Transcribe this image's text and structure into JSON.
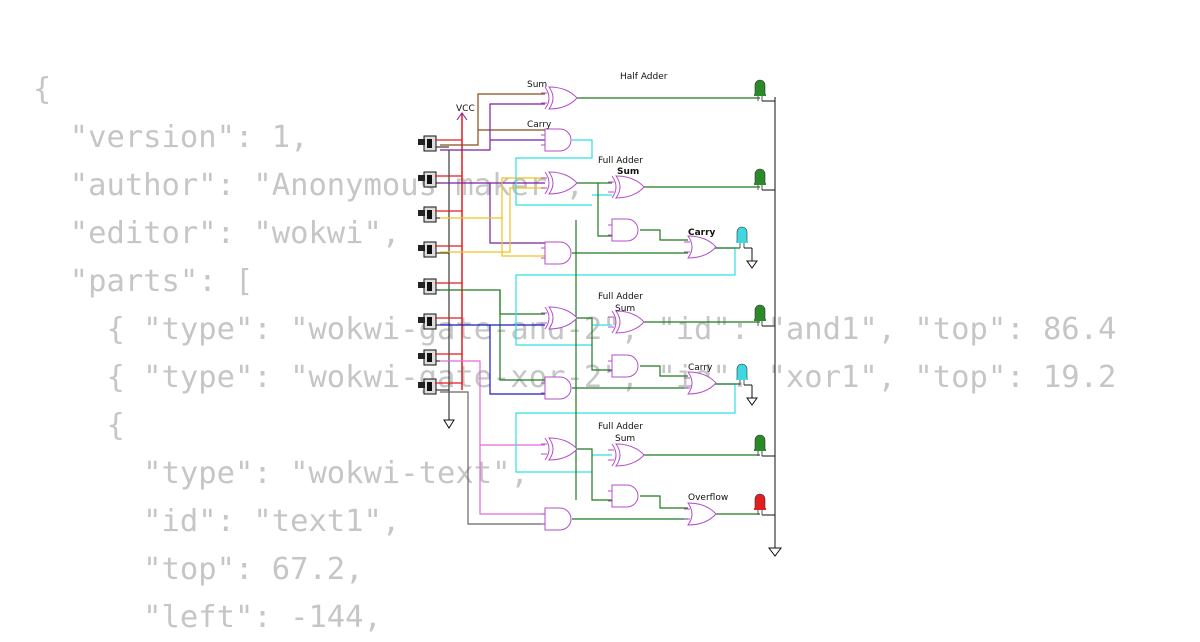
{
  "background_code": [
    "{",
    "  \"version\": 1,",
    "  \"author\": \"Anonymous maker\",",
    "  \"editor\": \"wokwi\",",
    "  \"parts\": [",
    "    { \"type\": \"wokwi-gate-and-2\", \"id\": \"and1\", \"top\": 86.4",
    "    { \"type\": \"wokwi-gate-xor-2\", \"id\": \"xor1\", \"top\": 19.2",
    "    {",
    "      \"type\": \"wokwi-text\",",
    "      \"id\": \"text1\",",
    "      \"top\": 67.2,",
    "      \"left\": -144,"
  ],
  "circuit": {
    "vcc_label": "VCC",
    "labels": {
      "half_adder": "Half Adder",
      "half_sum": "Sum",
      "half_carry": "Carry",
      "fa1_title": "Full Adder",
      "fa1_sum": "Sum",
      "fa1_carry": "Carry",
      "fa2_title": "Full Adder",
      "fa2_sum": "Sum",
      "fa2_carry": "Carry",
      "fa3_title": "Full Adder",
      "fa3_sum": "Sum",
      "overflow": "Overflow"
    },
    "colors": {
      "gate_stroke": "#b34fc9",
      "vcc_wire": "#e31b1b",
      "gnd_wire": "#111111",
      "wire_green": "#1f7a1f",
      "wire_cyan": "#2de0e8",
      "wire_yellow": "#f0c020",
      "wire_purple": "#7a1fa0",
      "wire_brown": "#8a4a1a",
      "wire_blue": "#1a1ac0",
      "wire_pink": "#e06ad8",
      "wire_gray": "#666666",
      "led_green": "#2a8a2a",
      "led_cyan": "#3fd8e0",
      "led_red": "#e02020"
    }
  }
}
